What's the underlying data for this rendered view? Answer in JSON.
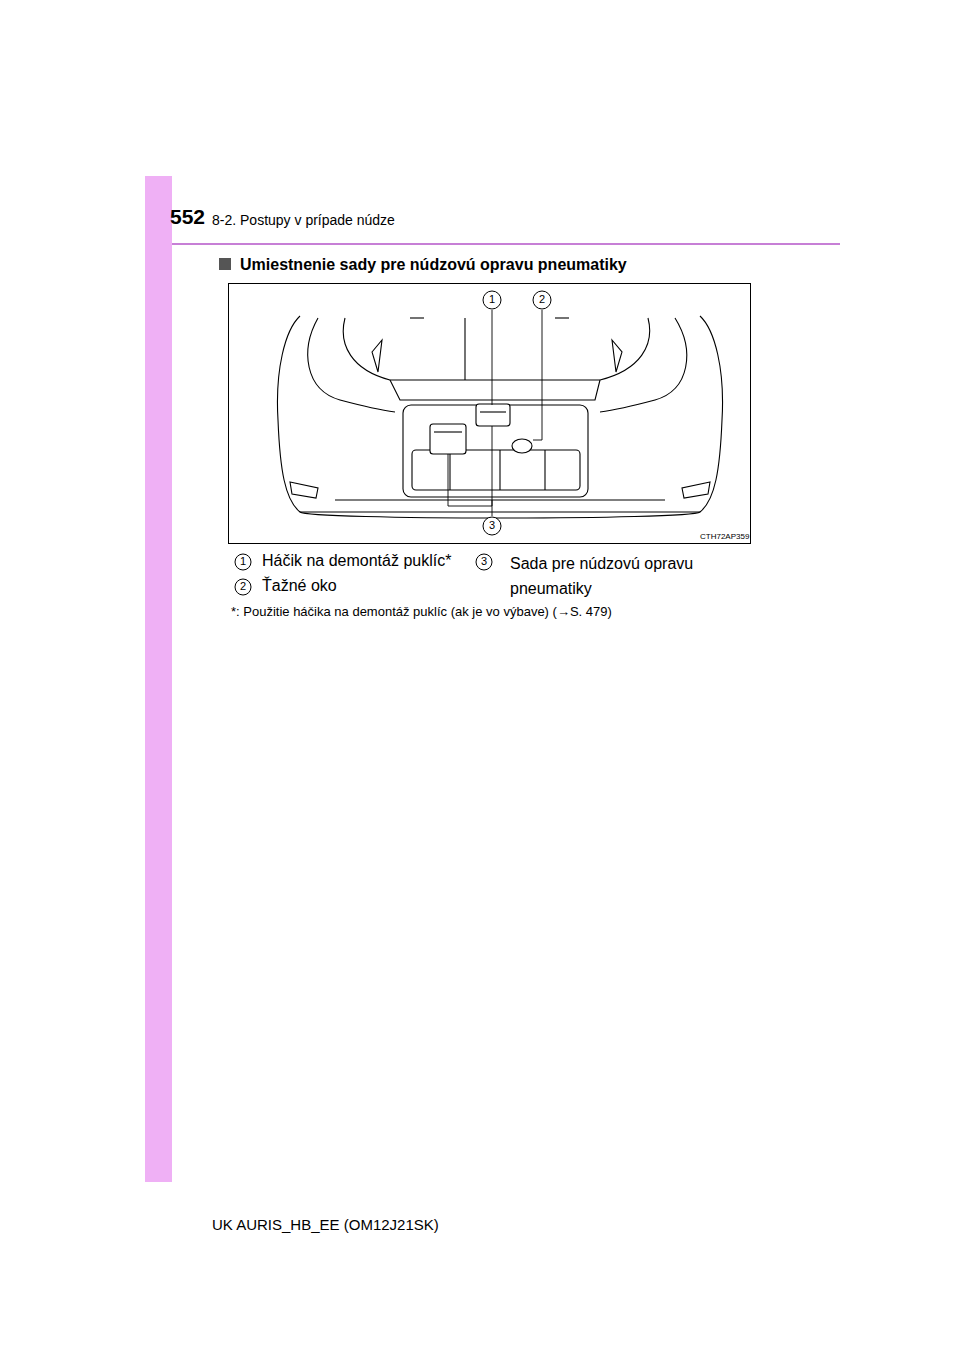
{
  "diagram": {
    "title": "Umiestnenie sady pre núdzovú opravu pneumatiky",
    "labels": [
      "552",
      "8-2. Postupy v prípade núdze",
      "1",
      "2",
      "3",
      "CTH72AP359",
      "1",
      "Háčik na demontáž puklíc*",
      "2",
      "Ťažné oko",
      "3",
      "Sada pre núdzovú opravu pneumatiky",
      "*: Použitie háčika na demontáž puklíc (ak je vo výbave) (→S. 479)",
      "UK AURIS_HB_EE (OM12J21SK)"
    ]
  }
}
